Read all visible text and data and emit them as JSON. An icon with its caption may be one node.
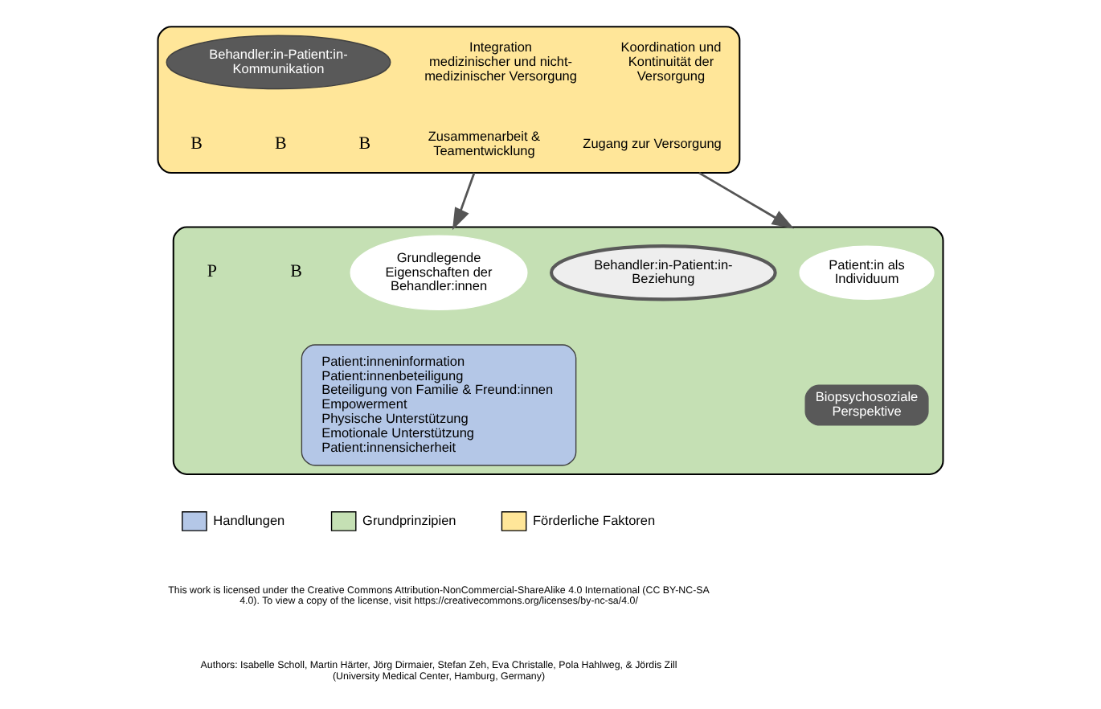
{
  "diagram": {
    "nodes": [
      {
        "text": [],
        "shape": "box"
      },
      {
        "text": [
          "Integration medizinischer und nicht-medizinischer Versorgung"
        ],
        "in": 0
      },
      {
        "text": [
          "Koordination und Kontinuität der Versorgung"
        ],
        "in": 0
      },
      {
        "text": [
          "Zusammenarbeit & Teamentwicklung"
        ],
        "in": 0
      },
      {
        "text": [
          "Behandler:in-Patient:in-Kommunikation"
        ],
        "in": 0
      },
      {
        "text": [
          "Zugang zur Versorgung"
        ],
        "in": 0
      },
      {
        "text": [],
        "shape": "box"
      },
      {
        "text": [
          "Grundlegende Eigenschaften der Behandler:innen"
        ],
        "in": 6
      },
      {
        "text": [
          "Behandler:in-Patient:in-Beziehung"
        ],
        "in": 6
      },
      {
        "text": [
          "Patient:in als Individuum"
        ],
        "in": 6
      },
      {
        "text": [
          "Biopsychosoziale Perspektive"
        ],
        "in": 6
      },
      {
        "text": [
          "Patient:inneninformation",
          "Patient:innenbeteiligung",
          "Beteiligung von Familie & Freund:innen",
          "Empowerment",
          "Physische Unterstützung",
          "Emotionale Unterstützung",
          "Patient:innensicherheit"
        ],
        "in": 6
      }
    ],
    "edges": [
      {
        "from": 0,
        "to": 6,
        "arrow": "to"
      },
      {
        "from": 0,
        "to": 6,
        "arrow": "to"
      }
    ],
    "labels": [
      "B",
      "B",
      "B",
      "B",
      "P",
      "This work is licensed under the Creative Commons Attribution-NonCommercial-ShareAlike 4.0 International (CC BY-NC-SA 4.0). To view a copy of the license, visit https://creativecommons.org/licenses/by-nc-sa/4.0/",
      "Authors: Isabelle Scholl, Martin Härter, Jörg Dirmaier, Stefan Zeh, Eva Christalle, Pola Hahlweg, & Jördis Zill (University Medical Center, Hamburg, Germany)"
    ],
    "legend": [
      {
        "text": "Handlungen",
        "color": "#b4c7e7"
      },
      {
        "text": "Grundprinzipien",
        "color": "#c5e0b4"
      },
      {
        "text": "Förderliche Faktoren",
        "color": "#ffe699"
      }
    ]
  }
}
